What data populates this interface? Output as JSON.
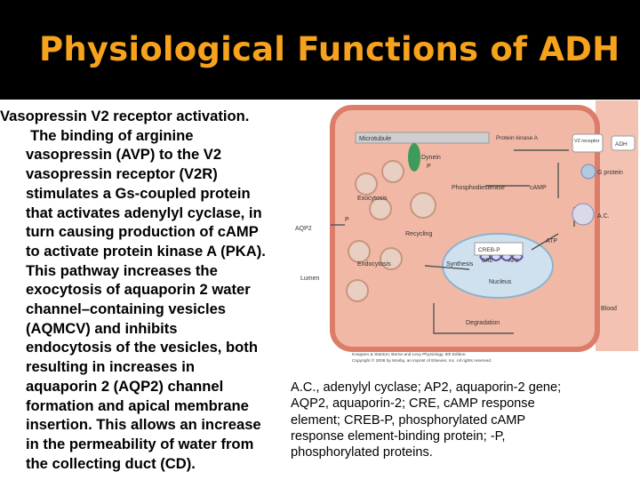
{
  "slide": {
    "title": "Physiological Functions of ADH",
    "body_lines": [
      "Vasopressin V2 receptor activation.",
      "The binding of arginine",
      "vasopressin (AVP) to the V2",
      "vasopressin receptor (V2R)",
      "stimulates a Gs-coupled protein",
      "that activates adenylyl cyclase, in",
      "turn causing production of cAMP",
      "to activate protein kinase A (PKA).",
      "This pathway increases the",
      "exocytosis of aquaporin 2 water",
      "channel–containing vesicles",
      "(AQMCV) and inhibits",
      "endocytosis of the vesicles, both",
      "resulting in increases in",
      "aquaporin 2 (AQP2) channel",
      "formation and apical membrane",
      "insertion. This allows an increase",
      "in the permeability of water from",
      "the collecting duct (CD)."
    ],
    "caption_lines": [
      "A.C., adenylyl cyclase; AP2, aquaporin-2 gene;",
      "AQP2, aquaporin-2; CRE, cAMP response",
      "element; CREB-P, phosphorylated cAMP",
      "response element-binding protein; -P,",
      "phosphorylated proteins."
    ]
  },
  "figure": {
    "labels": {
      "microtubule": "Microtubule",
      "dynein": "Dynein",
      "p": "P",
      "exocytosis": "Exocytosis",
      "aqp2": "AQP2",
      "recycling": "Recycling",
      "endocytosis": "Endocytosis",
      "lumen": "Lumen",
      "protein_kinase_a": "Protein kinase A",
      "phosphodiesterase": "Phosphodiesterase",
      "camp": "cAMP",
      "v2_receptor": "V2 receptor",
      "adh": "ADH",
      "g_protein": "G protein",
      "ac": "A.C.",
      "atp": "ATP",
      "creb_p": "CREB-P",
      "cre": "CRE",
      "ap2": "AP2",
      "synthesis": "Synthesis",
      "nucleus": "Nucleus",
      "degradation": "Degradation",
      "blood": "Blood",
      "credit_1": "Koeppen & Stanton: Berne and Levy Physiology, 6th Edition.",
      "credit_2": "Copyright © 2008 by Mosby, an imprint of Elsevier, Inc. All rights reserved."
    },
    "colors": {
      "cell": "#f2b8a6",
      "membrane": "#dc7d6a",
      "nucleus": "#cfe1ef",
      "vesicle": "#e8cfc2",
      "dynein": "#3f9b5a",
      "label_box": "#ffffff"
    }
  }
}
